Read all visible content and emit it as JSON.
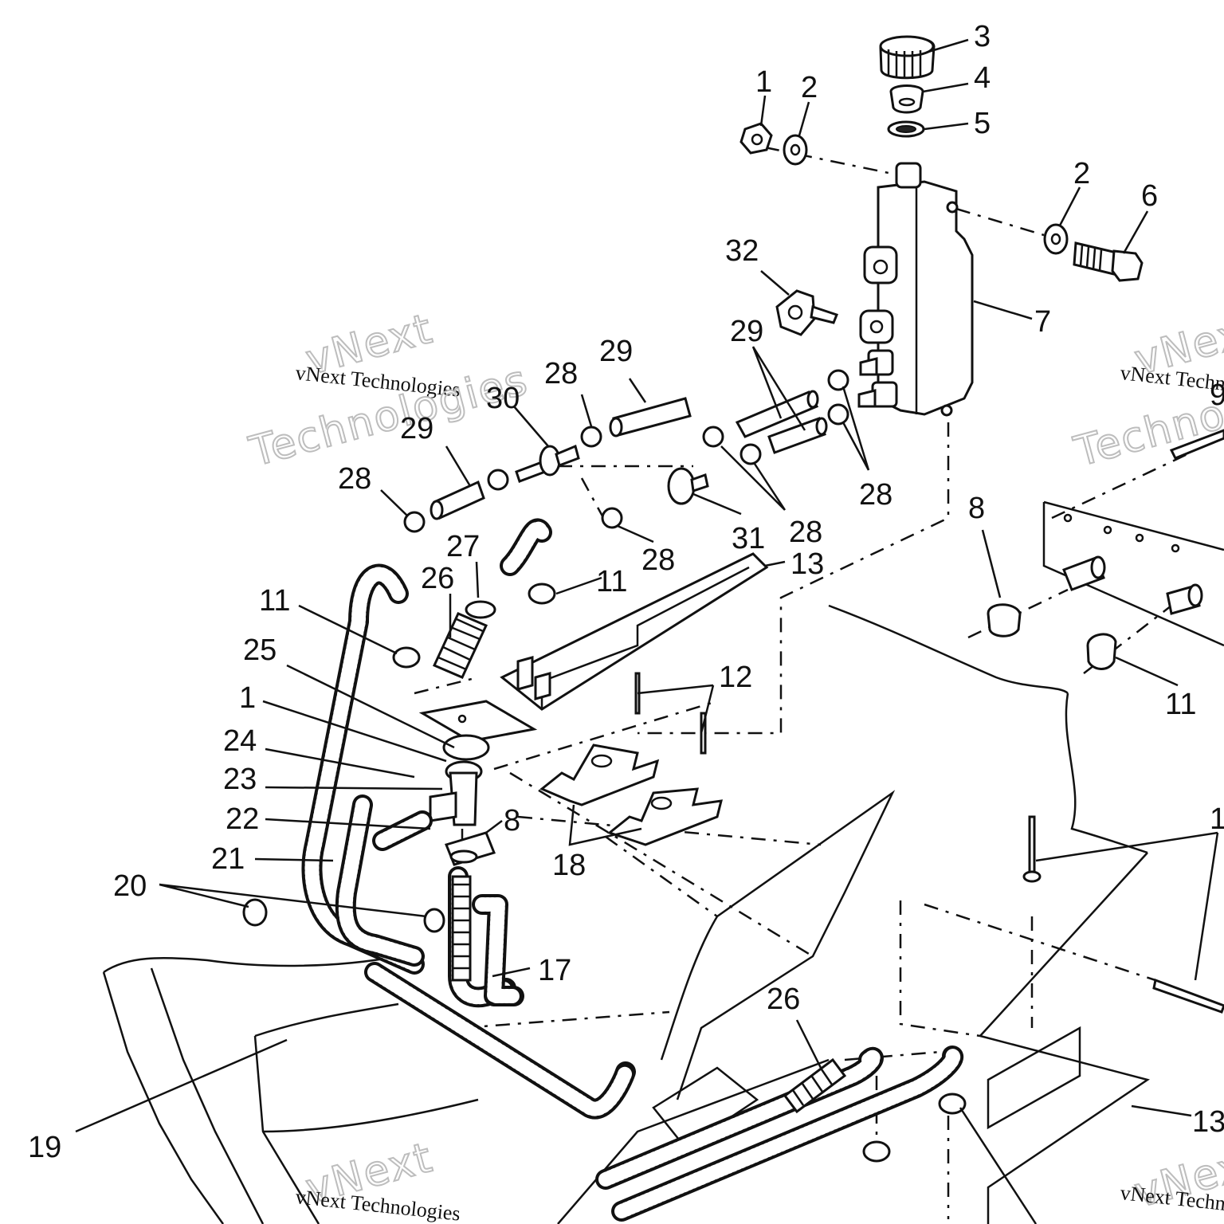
{
  "callouts": [
    {
      "id": "c3",
      "text": "3"
    },
    {
      "id": "c4",
      "text": "4"
    },
    {
      "id": "c5",
      "text": "5"
    },
    {
      "id": "c1a",
      "text": "1"
    },
    {
      "id": "c2a",
      "text": "2"
    },
    {
      "id": "c2b",
      "text": "2"
    },
    {
      "id": "c6",
      "text": "6"
    },
    {
      "id": "c32",
      "text": "32"
    },
    {
      "id": "c7",
      "text": "7"
    },
    {
      "id": "c29a",
      "text": "29"
    },
    {
      "id": "c29b",
      "text": "29"
    },
    {
      "id": "c29c",
      "text": "29"
    },
    {
      "id": "c28a",
      "text": "28"
    },
    {
      "id": "c28b",
      "text": "28"
    },
    {
      "id": "c28c",
      "text": "28"
    },
    {
      "id": "c28d",
      "text": "28"
    },
    {
      "id": "c28e",
      "text": "28"
    },
    {
      "id": "c30",
      "text": "30"
    },
    {
      "id": "c9",
      "text": "9"
    },
    {
      "id": "c31",
      "text": "31"
    },
    {
      "id": "c13a",
      "text": "13"
    },
    {
      "id": "c8a",
      "text": "8"
    },
    {
      "id": "c27",
      "text": "27"
    },
    {
      "id": "c26a",
      "text": "26"
    },
    {
      "id": "c11a",
      "text": "11"
    },
    {
      "id": "c11b",
      "text": "11"
    },
    {
      "id": "c11c",
      "text": "11"
    },
    {
      "id": "c25",
      "text": "25"
    },
    {
      "id": "c12",
      "text": "12"
    },
    {
      "id": "c1b",
      "text": "1"
    },
    {
      "id": "c24",
      "text": "24"
    },
    {
      "id": "c23",
      "text": "23"
    },
    {
      "id": "c22",
      "text": "22"
    },
    {
      "id": "c8b",
      "text": "8"
    },
    {
      "id": "c21",
      "text": "21"
    },
    {
      "id": "c18",
      "text": "18"
    },
    {
      "id": "c20",
      "text": "20"
    },
    {
      "id": "c1c",
      "text": "1"
    },
    {
      "id": "c17",
      "text": "17"
    },
    {
      "id": "c26b",
      "text": "26"
    },
    {
      "id": "c19",
      "text": "19"
    },
    {
      "id": "c13b",
      "text": "13"
    }
  ],
  "watermarks": {
    "brand": "vNext",
    "brand_sub": "Technologies",
    "line": "vNext Technologies"
  }
}
